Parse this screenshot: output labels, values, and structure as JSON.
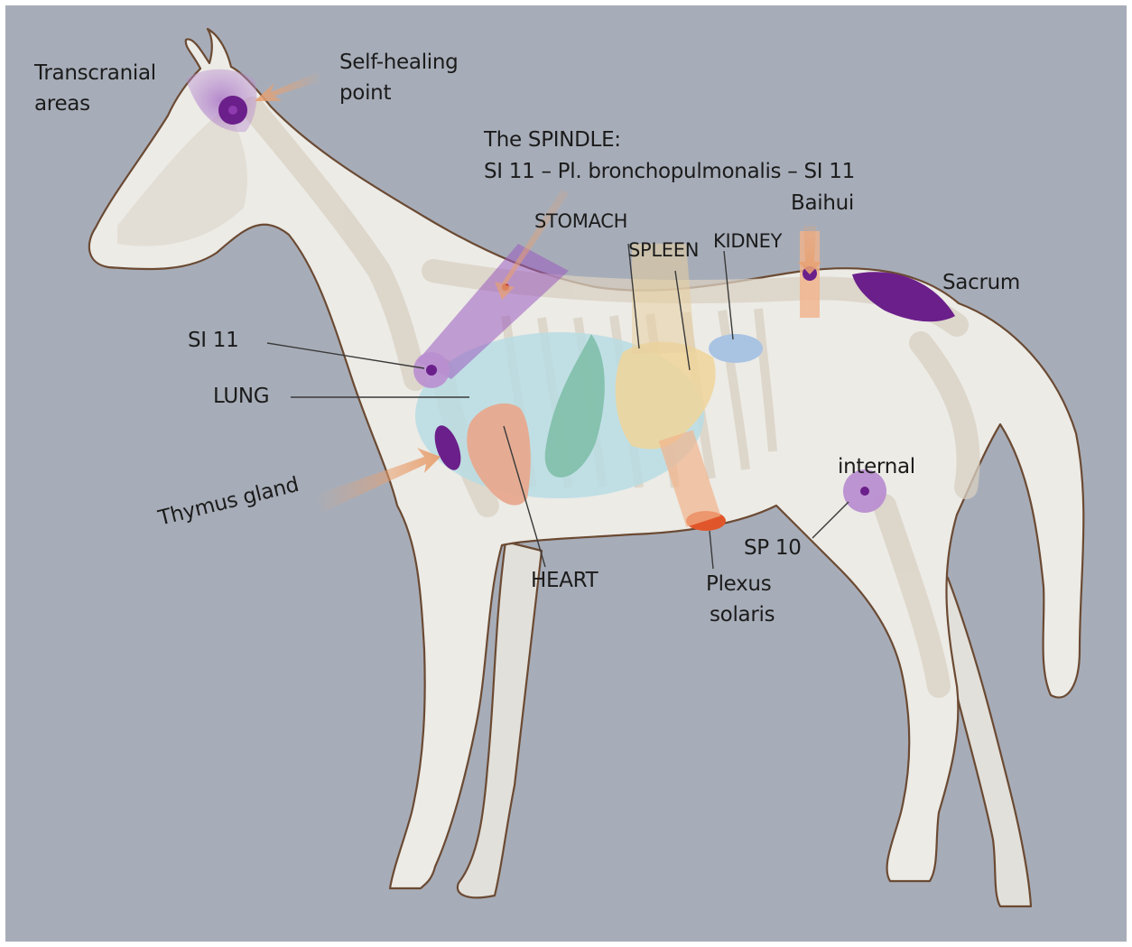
{
  "labels": {
    "transcranial": [
      "Transcranial",
      "areas"
    ],
    "self_healing": [
      "Self-healing",
      "point"
    ],
    "spindle": [
      "The SPINDLE:",
      "SI 11 – Pl. bronchopulmonalis – SI 11"
    ],
    "baihui": "Baihui",
    "stomach": "STOMACH",
    "spleen": "SPLEEN",
    "kidney": "KIDNEY",
    "sacrum": "Sacrum",
    "si11": "SI 11",
    "lung": "LUNG",
    "internal": "internal",
    "thymus": "Thymus gland",
    "sp10": "SP 10",
    "heart": "HEART",
    "plexus": [
      "Plexus",
      "solaris"
    ]
  },
  "colors": {
    "background": "#a7adb8",
    "body": "#ecebe6",
    "outline": "#6b4a33",
    "skeleton": "#d9d0c2",
    "acupoint_purple": "#6b1f8a",
    "zone_light_purple": "#b98fd0",
    "arrow_orange": "#e8a070",
    "heart": "#e7a98e",
    "lung": "#b9dde4",
    "liver": "#7fbfa8",
    "spleen": "#f0d59a",
    "kidney": "#a9c3e3",
    "plexus": "#e0562a"
  }
}
